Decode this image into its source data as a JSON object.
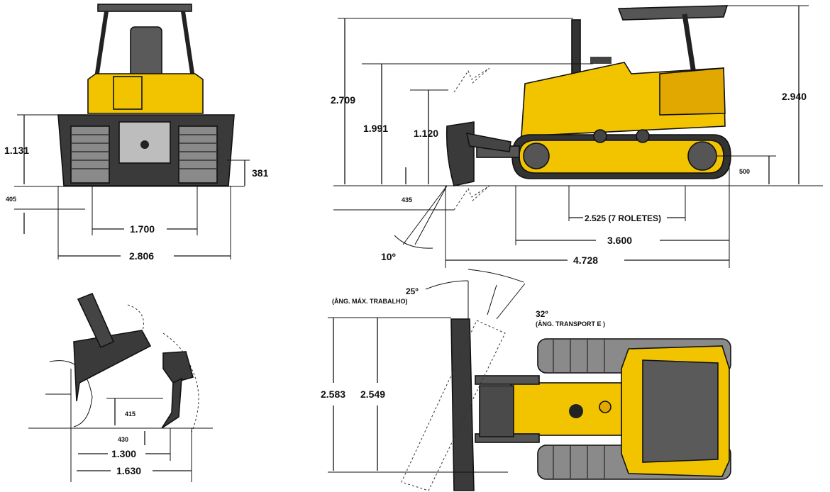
{
  "front_view": {
    "dim_height_blade": "1.131",
    "dim_lift_height": "381",
    "dim_dig_depth": "405",
    "dim_track_gauge": "1.700",
    "dim_blade_width": "2.806"
  },
  "side_view": {
    "dim_total_height_exhaust": "2.709",
    "dim_max_lift": "1.991",
    "dim_lift": "1.120",
    "dim_dig": "435",
    "dim_canopy_height": "2.940",
    "dim_ground_clearance": "500",
    "dim_track_on_ground": "2.525 (7 ROLETES)",
    "dim_track_length": "3.600",
    "dim_total_length": "4.728",
    "dim_blade_angle": "10º"
  },
  "ripper_view": {
    "dim_penetration": "415",
    "dim_depth": "430",
    "dim_reach_1": "1.300",
    "dim_reach_2": "1.630"
  },
  "top_view": {
    "dim_angle_work": "25º",
    "label_angle_work": "(ÂNG. MÁX. TRABALHO)",
    "dim_angle_transport": "32º",
    "label_angle_transport": "(ÂNG. TRANSPORT E )",
    "dim_blade_length": "2.583",
    "dim_blade_length_2": "2.549"
  },
  "colors": {
    "machine_yellow": "#f2c400",
    "machine_dark": "#3a3a3a",
    "track_gray": "#8a8a8a"
  }
}
